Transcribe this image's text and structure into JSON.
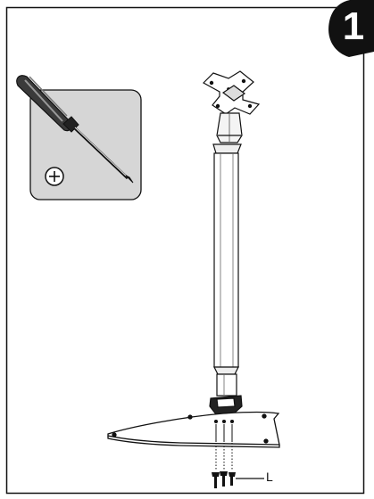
{
  "step": {
    "number": "1"
  },
  "tool_panel": {
    "icon": "phillips-screwdriver",
    "head_type_icon": "phillips-head-symbol"
  },
  "parts": {
    "screw_label": "L"
  },
  "colors": {
    "line": "#111111",
    "panel": "#d9d9d9",
    "badge": "#111111",
    "background": "#ffffff"
  }
}
